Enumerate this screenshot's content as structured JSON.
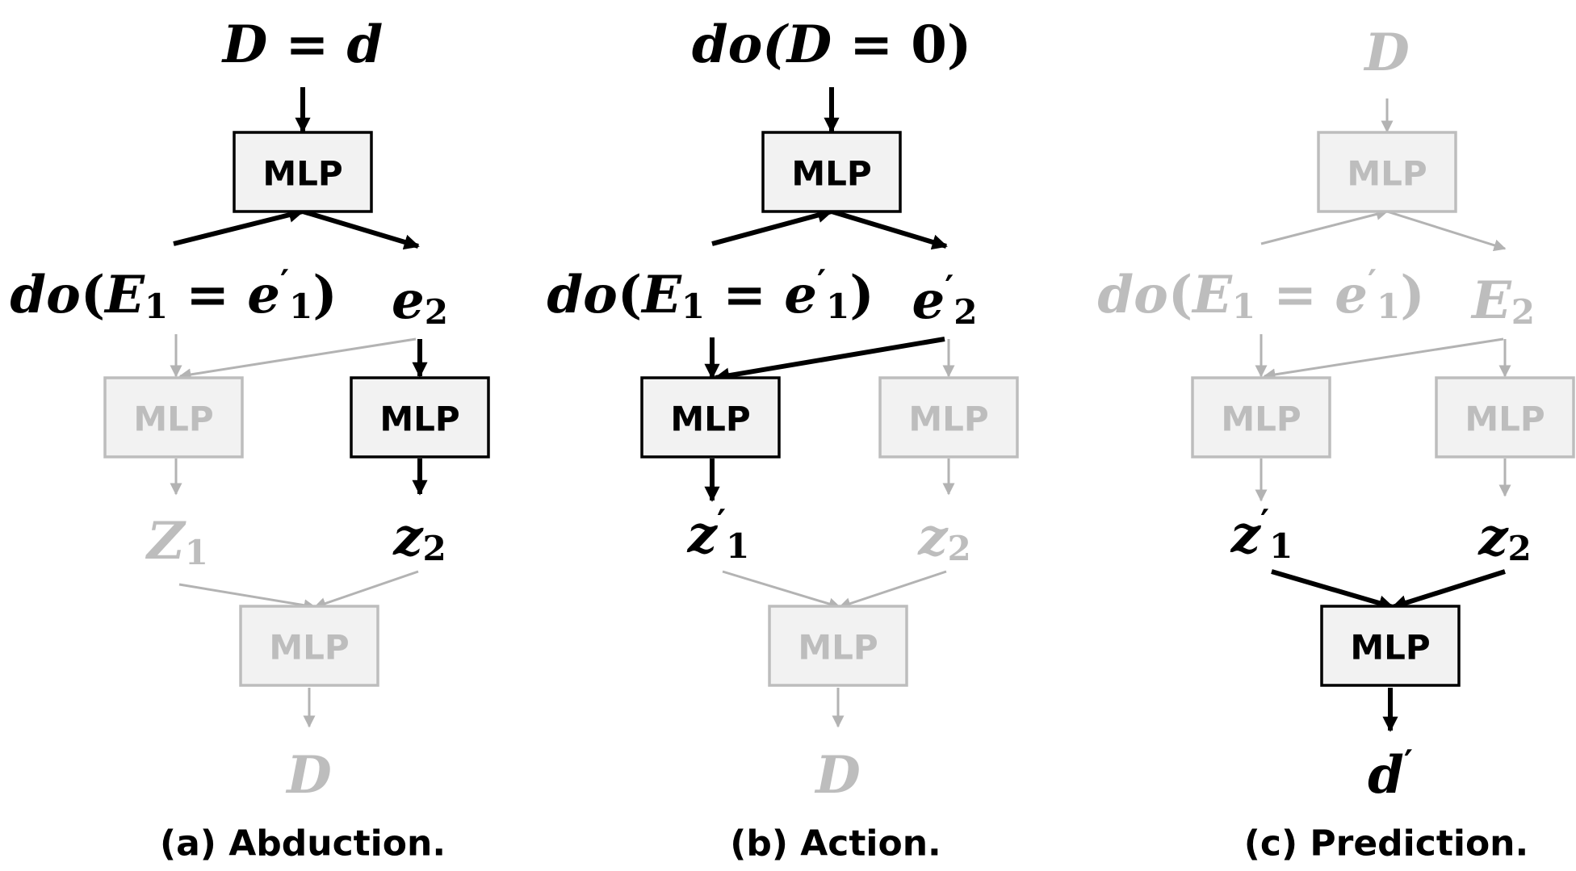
{
  "panels": [
    {
      "id": "a",
      "caption": "(a) Abduction.",
      "top": {
        "prefix": "",
        "var": "D",
        "rel": " = ",
        "val": "d",
        "suffix": ""
      },
      "left_node": {
        "var": "E",
        "sub": "1",
        "value": "e",
        "value_prime": "′",
        "value_sub": "1"
      },
      "right_node": {
        "letter": "e",
        "prime": "",
        "sub": "2"
      },
      "z_left": {
        "letter": "Z",
        "prime": "",
        "sub": "1"
      },
      "z_right": {
        "letter": "z",
        "prime": "",
        "sub": "2"
      },
      "bottom": {
        "letter": "D",
        "prime": ""
      },
      "mlp_labels": [
        "MLP",
        "MLP",
        "MLP",
        "MLP"
      ]
    },
    {
      "id": "b",
      "caption": "(b) Action.",
      "top": {
        "prefix": "do(",
        "var": "D",
        "rel": " = ",
        "val": "0",
        "suffix": ")"
      },
      "left_node": {
        "var": "E",
        "sub": "1",
        "value": "e",
        "value_prime": "′",
        "value_sub": "1"
      },
      "right_node": {
        "letter": "e",
        "prime": "′",
        "sub": "2"
      },
      "z_left": {
        "letter": "z",
        "prime": "′",
        "sub": "1"
      },
      "z_right": {
        "letter": "z",
        "prime": "",
        "sub": "2"
      },
      "bottom": {
        "letter": "D",
        "prime": ""
      },
      "mlp_labels": [
        "MLP",
        "MLP",
        "MLP",
        "MLP"
      ]
    },
    {
      "id": "c",
      "caption": "(c) Prediction.",
      "top": {
        "prefix": "",
        "var": "D",
        "rel": "",
        "val": "",
        "suffix": ""
      },
      "left_node": {
        "var": "E",
        "sub": "1",
        "value": "e",
        "value_prime": "′",
        "value_sub": "1"
      },
      "right_node": {
        "letter": "E",
        "prime": "",
        "sub": "2"
      },
      "z_left": {
        "letter": "z",
        "prime": "′",
        "sub": "1"
      },
      "z_right": {
        "letter": "z",
        "prime": "",
        "sub": "2"
      },
      "bottom": {
        "letter": "d",
        "prime": "′"
      },
      "mlp_labels": [
        "MLP",
        "MLP",
        "MLP",
        "MLP"
      ]
    }
  ],
  "do_operator": "do",
  "colors": {
    "active": "#000000",
    "inactive": "#bdbdbd",
    "box_fill": "#f2f2f2"
  }
}
